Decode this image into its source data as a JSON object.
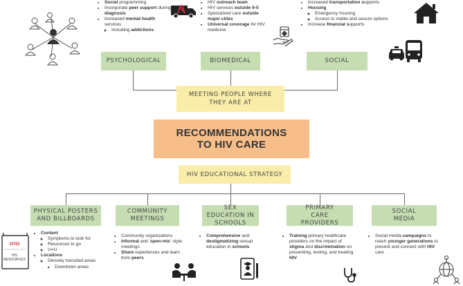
{
  "top": {
    "psychological": {
      "label": "PSYCHOLOGICAL",
      "p1_b": "Social",
      "p1_t": " programming",
      "p2_t": "Incorporate ",
      "p2_b": "peer support",
      "p2_t2": " during ",
      "p2_b2": "diagnosis",
      "p3_t": "Increased ",
      "p3_b": "mental health",
      "p3_t2": " services",
      "p4_t": "Including ",
      "p4_b": "addictions"
    },
    "biomedical": {
      "label": "BIOMEDICAL",
      "b1_t": "HIV ",
      "b1_b": "outreach team",
      "b2_t": "HIV services ",
      "b2_b": "outside 9-5",
      "b3_t": "Specialized care ",
      "b3_b": "outside major cities",
      "b4_b": "Universal coverage",
      "b4_t": " for HIV medicine"
    },
    "social": {
      "label": "SOCIAL",
      "s1_t": "Increased ",
      "s1_b": "transportation s",
      "s1_t2": "upports",
      "s2_b": "Housing",
      "s3_t": "Emergency housing",
      "s4_t": "Access to stable and secure options",
      "s5_t": "Increase ",
      "s5_b": "financial s",
      "s5_t2": "upports"
    }
  },
  "center": {
    "meeting": "MEETING PEOPLE WHERE THEY ARE AT",
    "title": "RECOMMENDATIONS TO HIV CARE",
    "strategy": "HIV EDUCATIONAL STRATEGY"
  },
  "bottom": {
    "posters": {
      "label": "PHYSICAL POSTERS AND BILLBOARDS",
      "c1_b": "Content",
      "c2": "Symptoms to look for",
      "c3": "Resources to go",
      "c4": "U=U",
      "c5_b": "Locations",
      "c6": "Densely transited areas",
      "c7": "Downtown areas",
      "sign_top": "U=U",
      "sign_bottom": "HIV RESOURCES"
    },
    "community": {
      "label": "COMMUNITY MEETINGS",
      "m1": "Community organizations",
      "m2_b": "Informal",
      "m2_t": " and '",
      "m2_b2": "open-mic",
      "m2_t2": "' style meetings",
      "m3_b": "Share",
      "m3_t": " experiences and learn from ",
      "m3_b2": "peers"
    },
    "sexed": {
      "label": "SEX EDUCATION IN SCHOOLS",
      "e1_b": "Comprehensive",
      "e1_t": " and ",
      "e1_b2": "destigmatizing",
      "e1_t2": " sexual education in ",
      "e1_b3": "schools"
    },
    "primary": {
      "label": "PRIMARY CARE PROVIDERS",
      "r1_b": "Training",
      "r1_t": " primary healthcare providers on the impact of ",
      "r1_b2": "stigma",
      "r1_t2": " and ",
      "r1_b3": "discrimination",
      "r1_t3": " on preventing, testing, and treating ",
      "r1_b4": "HIV"
    },
    "social_media": {
      "label": "SOCIAL MEDIA",
      "sm1_t": "Social media ",
      "sm1_b": "campaigns",
      "sm1_t2": " to reach ",
      "sm1_b2": "younger generations",
      "sm1_t3": " to prevent and connect with ",
      "sm1_b3": "HIV",
      "sm1_t4": " care"
    }
  },
  "icons": {
    "ribbon_color": "#d6283a",
    "accent": "#333333"
  }
}
